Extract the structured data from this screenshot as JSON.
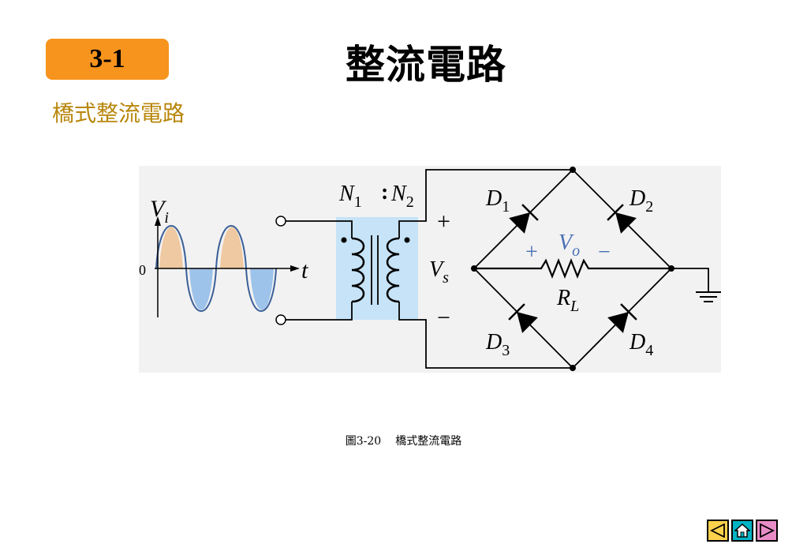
{
  "section_badge": "3-1",
  "page_title": "整流電路",
  "subtitle": "橋式整流電路",
  "figure": {
    "label_vi": "V",
    "label_vi_sub": "i",
    "label_zero": "0",
    "label_t": "t",
    "label_n1": "N",
    "label_n1_sub": "1",
    "label_colon": ":",
    "label_n2": "N",
    "label_n2_sub": "2",
    "label_vs": "V",
    "label_vs_sub": "s",
    "label_plus": "+",
    "label_minus": "−",
    "label_d1": "D",
    "label_d1_sub": "1",
    "label_d2": "D",
    "label_d2_sub": "2",
    "label_d3": "D",
    "label_d3_sub": "3",
    "label_d4": "D",
    "label_d4_sub": "4",
    "label_vo": "V",
    "label_vo_sub": "o",
    "label_vo_plus": "+",
    "label_vo_minus": "−",
    "label_rl": "R",
    "label_rl_sub": "L"
  },
  "caption": {
    "number": "圖3-20",
    "text": "橋式整流電路"
  },
  "colors": {
    "badge": "#f7941d",
    "subtitle": "#b8860b",
    "transformer_bg": "#c6e3f7",
    "positive_lobe": "#efc9a1",
    "negative_lobe": "#9ec3ea",
    "vo_label": "#4a6fb5"
  },
  "nav": {
    "prev_icon": "triangle-left-icon",
    "home_icon": "home-icon",
    "next_icon": "triangle-right-icon"
  }
}
